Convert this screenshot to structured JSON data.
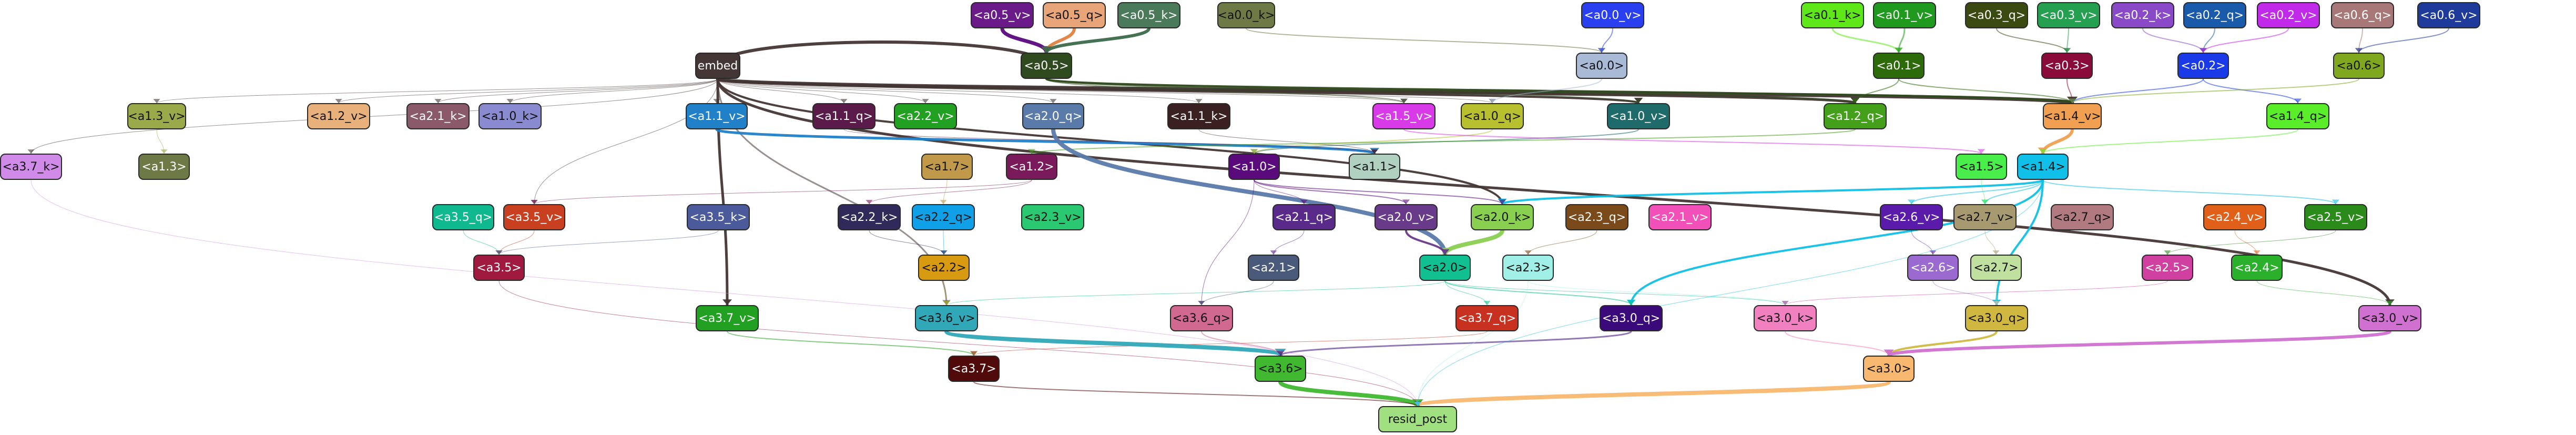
{
  "nodes": [
    {
      "id": "n_a0_5_v",
      "label": "<a0.5_v>",
      "color": "#6b1a8a",
      "light": true
    },
    {
      "id": "n_a0_5_q",
      "label": "<a0.5_q>",
      "color": "#e8a57a"
    },
    {
      "id": "n_a0_5_k",
      "label": "<a0.5_k>",
      "color": "#4a7a5a",
      "light": true
    },
    {
      "id": "n_a0_0_k",
      "label": "<a0.0_k>",
      "color": "#6e7a46"
    },
    {
      "id": "n_a0_0_v",
      "label": "<a0.0_v>",
      "color": "#2a3ff0",
      "light": true
    },
    {
      "id": "n_a0_1_k",
      "label": "<a0.1_k>",
      "color": "#5ee81a"
    },
    {
      "id": "n_a0_1_v",
      "label": "<a0.1_v>",
      "color": "#1f9a1f",
      "light": true
    },
    {
      "id": "n_a0_3_q",
      "label": "<a0.3_q>",
      "color": "#3a4a10",
      "light": true
    },
    {
      "id": "n_a0_3_v",
      "label": "<a0.3_v>",
      "color": "#24a050",
      "light": true
    },
    {
      "id": "n_a0_2_k",
      "label": "<a0.2_k>",
      "color": "#8a4ac8",
      "light": true
    },
    {
      "id": "n_a0_2_q",
      "label": "<a0.2_q>",
      "color": "#1a5aaa",
      "light": true
    },
    {
      "id": "n_a0_2_v",
      "label": "<a0.2_v>",
      "color": "#c02ae8",
      "light": true
    },
    {
      "id": "n_a0_6_q",
      "label": "<a0.6_q>",
      "color": "#a87878",
      "light": true
    },
    {
      "id": "n_a0_6_v",
      "label": "<a0.6_v>",
      "color": "#1e3a9a",
      "light": true
    },
    {
      "id": "n_embed",
      "label": "embed",
      "color": "#433634",
      "light": true
    },
    {
      "id": "n_a0_5",
      "label": "<a0.5>",
      "color": "#2f4a1e",
      "light": true
    },
    {
      "id": "n_a0_0",
      "label": "<a0.0>",
      "color": "#a8bad6"
    },
    {
      "id": "n_a0_1",
      "label": "<a0.1>",
      "color": "#2c6a0a",
      "light": true
    },
    {
      "id": "n_a0_3",
      "label": "<a0.3>",
      "color": "#8a0a3a",
      "light": true
    },
    {
      "id": "n_a0_2",
      "label": "<a0.2>",
      "color": "#1a3ae8",
      "light": true
    },
    {
      "id": "n_a0_6",
      "label": "<a0.6>",
      "color": "#80a81e"
    },
    {
      "id": "n_a1_3_v",
      "label": "<a1.3_v>",
      "color": "#9aaa4a"
    },
    {
      "id": "n_a1_2_v",
      "label": "<a1.2_v>",
      "color": "#e8b07a"
    },
    {
      "id": "n_a2_1_k",
      "label": "<a2.1_k>",
      "color": "#8a5a6a",
      "light": true
    },
    {
      "id": "n_a1_0_k",
      "label": "<a1.0_k>",
      "color": "#8a8ad0"
    },
    {
      "id": "n_a1_1_v",
      "label": "<a1.1_v>",
      "color": "#2080c8",
      "light": true
    },
    {
      "id": "n_a1_1_q",
      "label": "<a1.1_q>",
      "color": "#5a1a4a",
      "light": true
    },
    {
      "id": "n_a2_2_v",
      "label": "<a2.2_v>",
      "color": "#22a022",
      "light": true
    },
    {
      "id": "n_a2_0_q",
      "label": "<a2.0_q>",
      "color": "#5a7aaa",
      "light": true
    },
    {
      "id": "n_a1_1_k",
      "label": "<a1.1_k>",
      "color": "#3a2020",
      "light": true
    },
    {
      "id": "n_a1_5_v",
      "label": "<a1.5_v>",
      "color": "#d83ae8",
      "light": true
    },
    {
      "id": "n_a1_0_q",
      "label": "<a1.0_q>",
      "color": "#b8c030"
    },
    {
      "id": "n_a1_0_v",
      "label": "<a1.0_v>",
      "color": "#1f6a6a",
      "light": true
    },
    {
      "id": "n_a1_2_q",
      "label": "<a1.2_q>",
      "color": "#44a01a",
      "light": true
    },
    {
      "id": "n_a1_4_v",
      "label": "<a1.4_v>",
      "color": "#f0a050"
    },
    {
      "id": "n_a1_4_q",
      "label": "<a1.4_q>",
      "color": "#5aee2a"
    },
    {
      "id": "n_a3_7_k",
      "label": "<a3.7_k>",
      "color": "#d08ae8"
    },
    {
      "id": "n_a1_3",
      "label": "<a1.3>",
      "color": "#6e7a46",
      "light": true
    },
    {
      "id": "n_a1_7",
      "label": "<a1.7>",
      "color": "#c09a4a"
    },
    {
      "id": "n_a1_2",
      "label": "<a1.2>",
      "color": "#7a1a5a",
      "light": true
    },
    {
      "id": "n_a1_0",
      "label": "<a1.0>",
      "color": "#5a0a7a",
      "light": true
    },
    {
      "id": "n_a1_1",
      "label": "<a1.1>",
      "color": "#b0d0c0"
    },
    {
      "id": "n_a1_5",
      "label": "<a1.5>",
      "color": "#4aee4a"
    },
    {
      "id": "n_a1_4",
      "label": "<a1.4>",
      "color": "#10c0e8"
    },
    {
      "id": "n_a3_5_q",
      "label": "<a3.5_q>",
      "color": "#10b890",
      "light": true
    },
    {
      "id": "n_a3_5_v",
      "label": "<a3.5_v>",
      "color": "#c84020",
      "light": true
    },
    {
      "id": "n_a3_5_k",
      "label": "<a3.5_k>",
      "color": "#4a5a9a",
      "light": true
    },
    {
      "id": "n_a2_2_k",
      "label": "<a2.2_k>",
      "color": "#2f2a5a",
      "light": true
    },
    {
      "id": "n_a2_2_q",
      "label": "<a2.2_q>",
      "color": "#10a0e8"
    },
    {
      "id": "n_a2_3_v",
      "label": "<a2.3_v>",
      "color": "#2ac870"
    },
    {
      "id": "n_a2_1_q",
      "label": "<a2.1_q>",
      "color": "#5a2a8a",
      "light": true
    },
    {
      "id": "n_a2_0_v",
      "label": "<a2.0_v>",
      "color": "#6a3a8a",
      "light": true
    },
    {
      "id": "n_a2_0_k",
      "label": "<a2.0_k>",
      "color": "#8ad050"
    },
    {
      "id": "n_a2_3_q",
      "label": "<a2.3_q>",
      "color": "#7a4a1a",
      "light": true
    },
    {
      "id": "n_a2_1_v",
      "label": "<a2.1_v>",
      "color": "#f050b8",
      "light": true
    },
    {
      "id": "n_a2_6_v",
      "label": "<a2.6_v>",
      "color": "#5a1aaa",
      "light": true
    },
    {
      "id": "n_a2_7_v",
      "label": "<a2.7_v>",
      "color": "#a89a70"
    },
    {
      "id": "n_a2_7_q",
      "label": "<a2.7_q>",
      "color": "#b07a80"
    },
    {
      "id": "n_a2_4_v",
      "label": "<a2.4_v>",
      "color": "#e0601a",
      "light": true
    },
    {
      "id": "n_a2_5_v",
      "label": "<a2.5_v>",
      "color": "#2a8a1a",
      "light": true
    },
    {
      "id": "n_a3_5",
      "label": "<a3.5>",
      "color": "#a01a40",
      "light": true
    },
    {
      "id": "n_a2_2",
      "label": "<a2.2>",
      "color": "#d89a10"
    },
    {
      "id": "n_a2_1",
      "label": "<a2.1>",
      "color": "#4a5a7a",
      "light": true
    },
    {
      "id": "n_a2_0",
      "label": "<a2.0>",
      "color": "#10c090"
    },
    {
      "id": "n_a2_3",
      "label": "<a2.3>",
      "color": "#a0f0e8"
    },
    {
      "id": "n_a2_7",
      "label": "<a2.7>",
      "color": "#c0e0a0"
    },
    {
      "id": "n_a2_6",
      "label": "<a2.6>",
      "color": "#9a6ad0",
      "light": true
    },
    {
      "id": "n_a2_5",
      "label": "<a2.5>",
      "color": "#d040a0",
      "light": true
    },
    {
      "id": "n_a2_4",
      "label": "<a2.4>",
      "color": "#2ab02a",
      "light": true
    },
    {
      "id": "n_a3_7_v",
      "label": "<a3.7_v>",
      "color": "#22a022",
      "light": true
    },
    {
      "id": "n_a3_6_v",
      "label": "<a3.6_v>",
      "color": "#30a8b8"
    },
    {
      "id": "n_a3_6_q",
      "label": "<a3.6_q>",
      "color": "#d06890"
    },
    {
      "id": "n_a3_7_q",
      "label": "<a3.7_q>",
      "color": "#c83020",
      "light": true
    },
    {
      "id": "n_a3_0_q_mid",
      "label": "<a3.0_q>",
      "color": "#3a0a7a",
      "light": true
    },
    {
      "id": "n_a3_0_k",
      "label": "<a3.0_k>",
      "color": "#f080c0"
    },
    {
      "id": "n_a3_0_q",
      "label": "<a3.0_q>",
      "color": "#d0b840"
    },
    {
      "id": "n_a3_0_v",
      "label": "<a3.0_v>",
      "color": "#d070d0"
    },
    {
      "id": "n_a3_7",
      "label": "<a3.7>",
      "color": "#500a0a",
      "light": true
    },
    {
      "id": "n_a3_6",
      "label": "<a3.6>",
      "color": "#40b830"
    },
    {
      "id": "n_a3_0",
      "label": "<a3.0>",
      "color": "#f8b870"
    },
    {
      "id": "n_resid_post",
      "label": "resid_post",
      "color": "#a0e080"
    }
  ],
  "edges": [
    {
      "from": "n_a0_5_v",
      "to": "n_a0_5",
      "color": "#5a0a80",
      "weight": 7
    },
    {
      "from": "n_a0_5_q",
      "to": "n_a0_5",
      "color": "#e08040",
      "weight": 6
    },
    {
      "from": "n_a0_5_k",
      "to": "n_a0_5",
      "color": "#3a6a4a",
      "weight": 6
    },
    {
      "from": "n_a0_0_k",
      "to": "n_a0_0",
      "color": "#6e7a46",
      "weight": 2
    },
    {
      "from": "n_a0_0_v",
      "to": "n_a0_0",
      "color": "#2a3ff0",
      "weight": 2
    },
    {
      "from": "n_a0_1_k",
      "to": "n_a0_1",
      "color": "#5ee81a",
      "weight": 3
    },
    {
      "from": "n_a0_1_v",
      "to": "n_a0_1",
      "color": "#1f9a1f",
      "weight": 3
    },
    {
      "from": "n_a0_3_q",
      "to": "n_a0_3",
      "color": "#3a4a10",
      "weight": 2
    },
    {
      "from": "n_a0_3_v",
      "to": "n_a0_3",
      "color": "#24a050",
      "weight": 2
    },
    {
      "from": "n_a0_2_k",
      "to": "n_a0_2",
      "color": "#8a4ac8",
      "weight": 2
    },
    {
      "from": "n_a0_2_q",
      "to": "n_a0_2",
      "color": "#1a5aaa",
      "weight": 2
    },
    {
      "from": "n_a0_2_v",
      "to": "n_a0_2",
      "color": "#c02ae8",
      "weight": 2
    },
    {
      "from": "n_a0_6_q",
      "to": "n_a0_6",
      "color": "#a87878",
      "weight": 2
    },
    {
      "from": "n_a0_6_v",
      "to": "n_a0_6",
      "color": "#1e3a9a",
      "weight": 2
    },
    {
      "from": "n_embed",
      "to": "n_a0_5",
      "color": "#433634",
      "weight": 6
    },
    {
      "from": "n_embed",
      "to": "n_a1_4_v",
      "color": "#433634",
      "weight": 7
    },
    {
      "from": "n_embed",
      "to": "n_a1_2_q",
      "color": "#433634",
      "weight": 5
    },
    {
      "from": "n_embed",
      "to": "n_a1_0_v",
      "color": "#433634",
      "weight": 4
    },
    {
      "from": "n_embed",
      "to": "n_a3_0_v",
      "color": "#433634",
      "weight": 5
    },
    {
      "from": "n_embed",
      "to": "n_a3_7_v",
      "color": "#433634",
      "weight": 5
    },
    {
      "from": "n_embed",
      "to": "n_a3_6_v",
      "color": "#433634",
      "weight": 3
    },
    {
      "from": "n_embed",
      "to": "n_a2_0_k",
      "color": "#433634",
      "weight": 4
    },
    {
      "from": "n_embed",
      "to": "n_a1_3_v",
      "color": "#433634",
      "weight": 1
    },
    {
      "from": "n_embed",
      "to": "n_a1_2_v",
      "color": "#433634",
      "weight": 1
    },
    {
      "from": "n_embed",
      "to": "n_a2_1_k",
      "color": "#433634",
      "weight": 1
    },
    {
      "from": "n_embed",
      "to": "n_a1_0_k",
      "color": "#433634",
      "weight": 1
    },
    {
      "from": "n_embed",
      "to": "n_a1_1_v",
      "color": "#433634",
      "weight": 1
    },
    {
      "from": "n_embed",
      "to": "n_a1_1_q",
      "color": "#433634",
      "weight": 1
    },
    {
      "from": "n_embed",
      "to": "n_a2_2_v",
      "color": "#433634",
      "weight": 1
    },
    {
      "from": "n_embed",
      "to": "n_a2_0_q",
      "color": "#433634",
      "weight": 1
    },
    {
      "from": "n_embed",
      "to": "n_a1_1_k",
      "color": "#433634",
      "weight": 1
    },
    {
      "from": "n_embed",
      "to": "n_a1_5_v",
      "color": "#433634",
      "weight": 1
    },
    {
      "from": "n_embed",
      "to": "n_a1_0_q",
      "color": "#433634",
      "weight": 1
    },
    {
      "from": "n_embed",
      "to": "n_a3_7_k",
      "color": "#433634",
      "weight": 1
    },
    {
      "from": "n_embed",
      "to": "n_a3_5_v",
      "color": "#433634",
      "weight": 1
    },
    {
      "from": "n_a0_5",
      "to": "n_a1_4_v",
      "color": "#2f4a1e",
      "weight": 4
    },
    {
      "from": "n_a0_5",
      "to": "n_a1_2_q",
      "color": "#2f4a1e",
      "weight": 3
    },
    {
      "from": "n_a0_5",
      "to": "n_a1_5_v",
      "color": "#2f4a1e",
      "weight": 2
    },
    {
      "from": "n_a0_5",
      "to": "n_a1_0_v",
      "color": "#2f4a1e",
      "weight": 2
    },
    {
      "from": "n_a0_0",
      "to": "n_a1_0_q",
      "color": "#a8bad6",
      "weight": 2
    },
    {
      "from": "n_a0_1",
      "to": "n_a1_2_q",
      "color": "#2c6a0a",
      "weight": 2
    },
    {
      "from": "n_a0_1",
      "to": "n_a1_4_v",
      "color": "#2c6a0a",
      "weight": 2
    },
    {
      "from": "n_a0_3",
      "to": "n_a1_4_v",
      "color": "#8a0a3a",
      "weight": 2
    },
    {
      "from": "n_a0_2",
      "to": "n_a1_4_q",
      "color": "#1a3ae8",
      "weight": 2
    },
    {
      "from": "n_a0_2",
      "to": "n_a1_4_v",
      "color": "#1a3ae8",
      "weight": 2
    },
    {
      "from": "n_a0_6",
      "to": "n_a1_4_v",
      "color": "#80a81e",
      "weight": 2
    },
    {
      "from": "n_a1_3_v",
      "to": "n_a1_3",
      "color": "#9aaa4a",
      "weight": 1
    },
    {
      "from": "n_a1_4_v",
      "to": "n_a1_4",
      "color": "#f0a050",
      "weight": 6
    },
    {
      "from": "n_a1_4_q",
      "to": "n_a1_4",
      "color": "#5aee2a",
      "weight": 2
    },
    {
      "from": "n_a1_0_v",
      "to": "n_a1_0",
      "color": "#1f6a6a",
      "weight": 2
    },
    {
      "from": "n_a1_0_q",
      "to": "n_a1_0",
      "color": "#b8c030",
      "weight": 2
    },
    {
      "from": "n_a1_1_v",
      "to": "n_a1_1",
      "color": "#2080c8",
      "weight": 5
    },
    {
      "from": "n_a1_1_q",
      "to": "n_a1_1",
      "color": "#5a1a4a",
      "weight": 1
    },
    {
      "from": "n_a1_1_k",
      "to": "n_a1_1",
      "color": "#3a2020",
      "weight": 1
    },
    {
      "from": "n_a1_2_q",
      "to": "n_a1_2",
      "color": "#44a01a",
      "weight": 2
    },
    {
      "from": "n_a1_5_v",
      "to": "n_a1_5",
      "color": "#d83ae8",
      "weight": 2
    },
    {
      "from": "n_a2_0_q",
      "to": "n_a2_0",
      "color": "#5a7aaa",
      "weight": 8
    },
    {
      "from": "n_a2_0_k",
      "to": "n_a2_0",
      "color": "#8ad050",
      "weight": 8
    },
    {
      "from": "n_a2_0_v",
      "to": "n_a2_0",
      "color": "#6a3a8a",
      "weight": 4
    },
    {
      "from": "n_a1_4",
      "to": "n_a2_0_k",
      "color": "#10c0e8",
      "weight": 4
    },
    {
      "from": "n_a1_4",
      "to": "n_a3_0_q",
      "color": "#10c0e8",
      "weight": 4
    },
    {
      "from": "n_a1_4",
      "to": "n_a3_0_q_mid",
      "color": "#10c0e8",
      "weight": 4
    },
    {
      "from": "n_a1_4",
      "to": "n_a2_6_v",
      "color": "#10c0e8",
      "weight": 2
    },
    {
      "from": "n_a1_4",
      "to": "n_a2_7_v",
      "color": "#10c0e8",
      "weight": 2
    },
    {
      "from": "n_a1_4",
      "to": "n_a2_5_v",
      "color": "#10c0e8",
      "weight": 2
    },
    {
      "from": "n_a1_0",
      "to": "n_a2_0_v",
      "color": "#5a0a7a",
      "weight": 2
    },
    {
      "from": "n_a1_0",
      "to": "n_a2_0_k",
      "color": "#5a0a7a",
      "weight": 2
    },
    {
      "from": "n_a1_0",
      "to": "n_a3_6_q",
      "color": "#5a0a7a",
      "weight": 1
    },
    {
      "from": "n_a1_0",
      "to": "n_a2_1_q",
      "color": "#5a0a7a",
      "weight": 1
    },
    {
      "from": "n_a1_2",
      "to": "n_a2_2_k",
      "color": "#7a1a5a",
      "weight": 1
    },
    {
      "from": "n_a1_2",
      "to": "n_a3_5_v",
      "color": "#7a1a5a",
      "weight": 1
    },
    {
      "from": "n_a1_7",
      "to": "n_a2_2_q",
      "color": "#c09a4a",
      "weight": 1
    },
    {
      "from": "n_a1_5",
      "to": "n_a2_7_v",
      "color": "#4aee4a",
      "weight": 1
    },
    {
      "from": "n_a3_5_q",
      "to": "n_a3_5",
      "color": "#10b890",
      "weight": 1
    },
    {
      "from": "n_a3_5_v",
      "to": "n_a3_5",
      "color": "#c84020",
      "weight": 1
    },
    {
      "from": "n_a3_5_k",
      "to": "n_a3_5",
      "color": "#4a5a9a",
      "weight": 1
    },
    {
      "from": "n_a2_2_q",
      "to": "n_a2_2",
      "color": "#10a0e8",
      "weight": 1
    },
    {
      "from": "n_a2_2_k",
      "to": "n_a2_2",
      "color": "#2f2a5a",
      "weight": 1
    },
    {
      "from": "n_a2_1_q",
      "to": "n_a2_1",
      "color": "#5a2a8a",
      "weight": 1
    },
    {
      "from": "n_a2_3_q",
      "to": "n_a2_3",
      "color": "#7a4a1a",
      "weight": 1
    },
    {
      "from": "n_a2_7_v",
      "to": "n_a2_7",
      "color": "#a89a70",
      "weight": 1
    },
    {
      "from": "n_a2_6_v",
      "to": "n_a2_6",
      "color": "#5a1aaa",
      "weight": 1
    },
    {
      "from": "n_a2_4_v",
      "to": "n_a2_4",
      "color": "#e0601a",
      "weight": 1
    },
    {
      "from": "n_a2_5_v",
      "to": "n_a2_5",
      "color": "#2a8a1a",
      "weight": 1
    },
    {
      "from": "n_a2_0",
      "to": "n_a3_0_q_mid",
      "color": "#10c090",
      "weight": 2
    },
    {
      "from": "n_a2_0",
      "to": "n_a3_6_v",
      "color": "#10c090",
      "weight": 1
    },
    {
      "from": "n_a2_0",
      "to": "n_a3_0_k",
      "color": "#10c090",
      "weight": 1
    },
    {
      "from": "n_a2_0",
      "to": "n_a3_7_q",
      "color": "#10c090",
      "weight": 1
    },
    {
      "from": "n_a2_1",
      "to": "n_a3_6_q",
      "color": "#4a5a7a",
      "weight": 1
    },
    {
      "from": "n_a2_2",
      "to": "n_a3_6_v",
      "color": "#d89a10",
      "weight": 1
    },
    {
      "from": "n_a2_3",
      "to": "n_a3_0_k",
      "color": "#a0f0e8",
      "weight": 1
    },
    {
      "from": "n_a2_5",
      "to": "n_a3_0_k",
      "color": "#d040a0",
      "weight": 1
    },
    {
      "from": "n_a2_6",
      "to": "n_a3_0_q",
      "color": "#9a6ad0",
      "weight": 1
    },
    {
      "from": "n_a2_7",
      "to": "n_a3_0_q",
      "color": "#c0e0a0",
      "weight": 1
    },
    {
      "from": "n_a2_4",
      "to": "n_a3_0_v",
      "color": "#2ab02a",
      "weight": 1
    },
    {
      "from": "n_a3_7_v",
      "to": "n_a3_7",
      "color": "#22a022",
      "weight": 2
    },
    {
      "from": "n_a3_7_q",
      "to": "n_a3_7",
      "color": "#c83020",
      "weight": 1
    },
    {
      "from": "n_a3_6_v",
      "to": "n_a3_6",
      "color": "#30a8b8",
      "weight": 8
    },
    {
      "from": "n_a3_6_q",
      "to": "n_a3_6",
      "color": "#d06890",
      "weight": 2
    },
    {
      "from": "n_a3_0_q_mid",
      "to": "n_a3_6",
      "color": "#3a0a7a",
      "weight": 3
    },
    {
      "from": "n_a3_0_k",
      "to": "n_a3_0",
      "color": "#f080c0",
      "weight": 2
    },
    {
      "from": "n_a3_0_q",
      "to": "n_a3_0",
      "color": "#d0b840",
      "weight": 4
    },
    {
      "from": "n_a3_0_v",
      "to": "n_a3_0",
      "color": "#d070d0",
      "weight": 6
    },
    {
      "from": "n_a3_0",
      "to": "n_resid_post",
      "color": "#f8b870",
      "weight": 8
    },
    {
      "from": "n_a3_6",
      "to": "n_resid_post",
      "color": "#40b830",
      "weight": 8
    },
    {
      "from": "n_a3_7",
      "to": "n_resid_post",
      "color": "#500a0a",
      "weight": 2
    },
    {
      "from": "n_a3_5",
      "to": "n_resid_post",
      "color": "#a01a40",
      "weight": 1
    },
    {
      "from": "n_a3_7_k",
      "to": "n_resid_post",
      "color": "#d08ae8",
      "weight": 1
    },
    {
      "from": "n_a2_3",
      "to": "n_resid_post",
      "color": "#a0f0e8",
      "weight": 1
    },
    {
      "from": "n_a1_4",
      "to": "n_resid_post",
      "color": "#10c0e8",
      "weight": 1
    }
  ]
}
